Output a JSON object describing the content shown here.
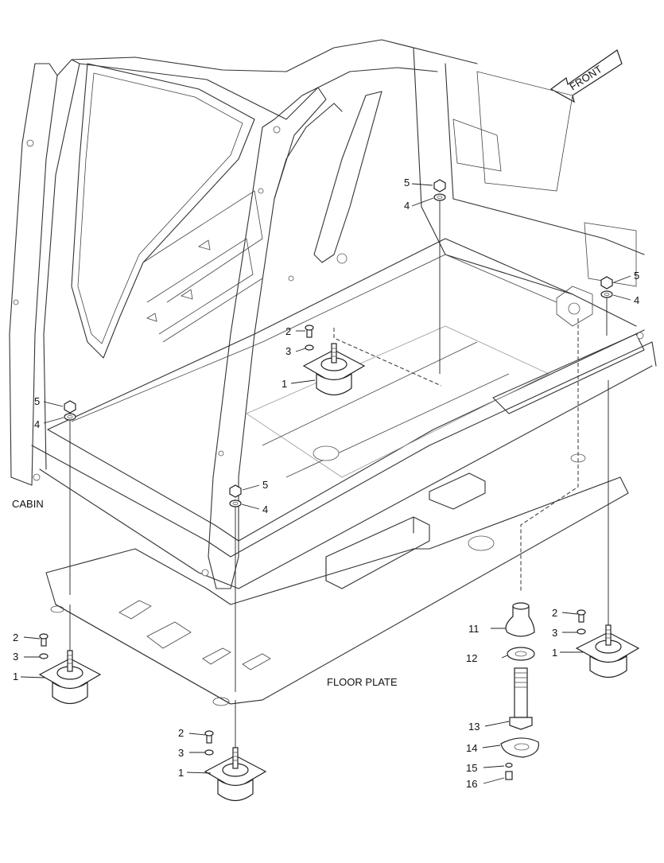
{
  "labels": {
    "front": "FRONT",
    "cabin": "CABIN",
    "floor_plate": "FLOOR PLATE"
  },
  "callouts": {
    "n1": "1",
    "n2": "2",
    "n3": "3",
    "n4": "4",
    "n5": "5",
    "n11": "11",
    "n12": "12",
    "n13": "13",
    "n14": "14",
    "n15": "15",
    "n16": "16"
  }
}
